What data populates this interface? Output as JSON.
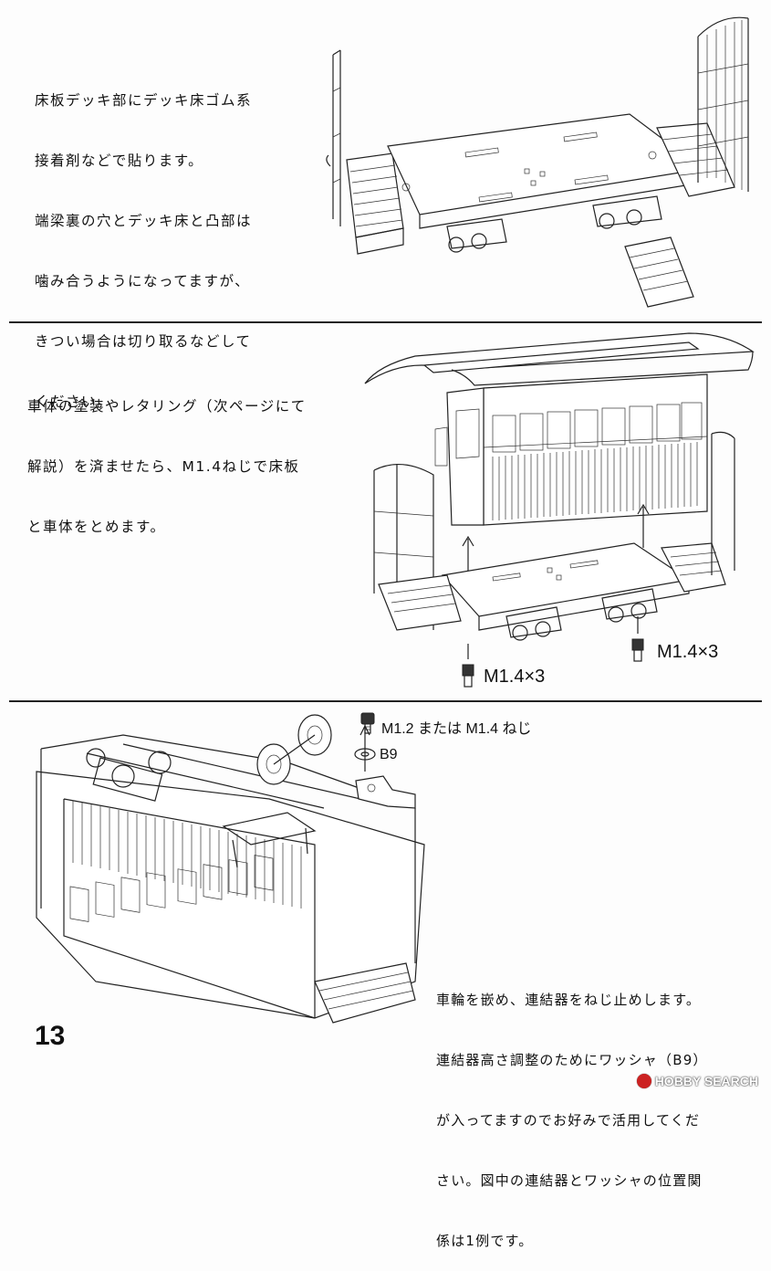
{
  "step1": {
    "lines": [
      "床板デッキ部にデッキ床ゴム系",
      "接着剤などで貼ります。",
      "端梁裏の穴とデッキ床と凸部は",
      "噛み合うようになってますが、",
      "きつい場合は切り取るなどして",
      "ください。"
    ]
  },
  "step2": {
    "lines": [
      "車体の塗装やレタリング（次ページにて",
      "解説）を済ませたら、M1.4ねじで床板",
      "と車体をとめます。"
    ],
    "screw_left": "M1.4×3",
    "screw_right": "M1.4×3"
  },
  "step3": {
    "screw_label": "M1.2 または M1.4 ねじ",
    "washer_label": "B9",
    "lines": [
      "車輪を嵌め、連結器をねじ止めします。",
      "連結器高さ調整のためにワッシャ（B9）",
      "が入ってますのでお好みで活用してくだ",
      "さい。図中の連結器とワッシャの位置関",
      "係は1例です。"
    ]
  },
  "page_number": "13",
  "watermark": "HOBBY SEARCH"
}
